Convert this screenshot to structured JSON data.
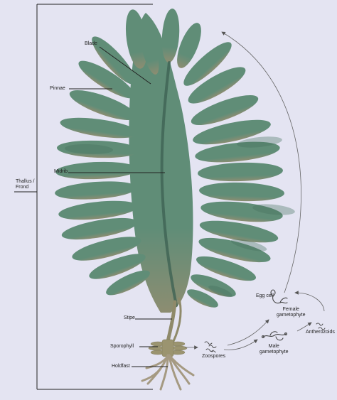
{
  "labels": {
    "blade": "Blade",
    "pinnae": "Pinnae",
    "midrib": "Midrib",
    "thallus_line1": "Thallus /",
    "thallus_line2": "Frond",
    "stipe": "Stipe",
    "sporophyll": "Sporophyll",
    "holdfast": "Holdfast",
    "zoospores": "Zoospores",
    "egg_cell": "Egg cell",
    "female_gametophyte_line1": "Female",
    "female_gametophyte_line2": "gametophyte",
    "male_gametophyte_line1": "Male",
    "male_gametophyte_line2": "gametophyte",
    "antherozoids": "Antherozoids"
  },
  "colors": {
    "background": "#e4e4f2",
    "frond": "#5b8a73",
    "frond_dark": "#4b7864",
    "stipe": "#8f8a6a",
    "holdfast": "#a59a82",
    "line": "#222222"
  }
}
